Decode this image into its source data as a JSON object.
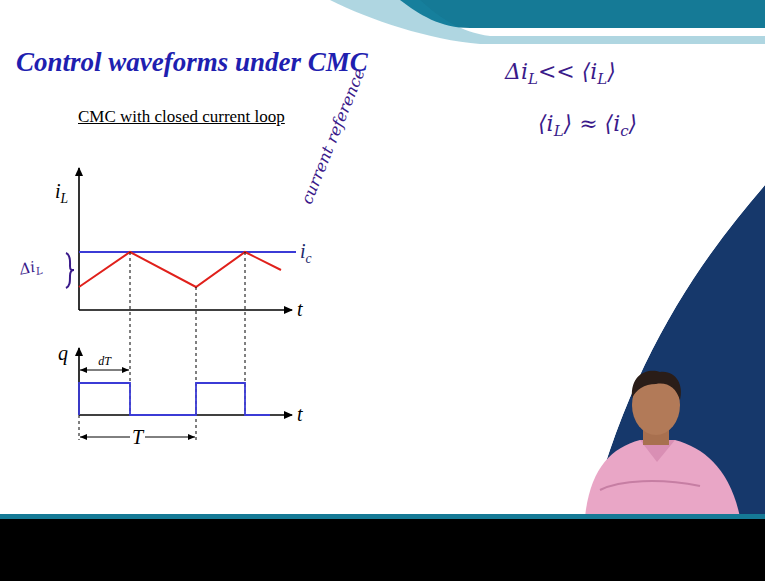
{
  "diagram": {
    "title": "Control waveforms under CMC",
    "labels": [
      "CMC with closed current loop",
      "i",
      "L",
      "t",
      "q",
      "t",
      "dT",
      "T",
      "i",
      "c",
      "current reference",
      "Δi",
      "L",
      "Δi",
      "L",
      "<< ⟨i",
      "L",
      "⟩",
      "⟨i",
      "L",
      "⟩ ≈ ⟨i",
      "c",
      "⟩"
    ]
  }
}
